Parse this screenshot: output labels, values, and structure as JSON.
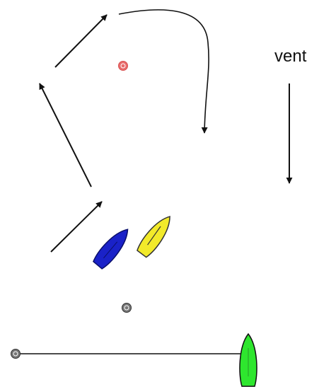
{
  "diagram": {
    "wind_label": "vent",
    "colors": {
      "background": "#ffffff",
      "arrow": "#111111",
      "boat_blue": "#1a22c8",
      "boat_yellow": "#f2ea2a",
      "boat_green": "#2ee62e",
      "mark_red": "#e86c6c",
      "mark_gray": "#666666"
    },
    "boats": [
      {
        "name": "blue-boat",
        "color": "#1a22c8"
      },
      {
        "name": "yellow-boat",
        "color": "#f2ea2a"
      },
      {
        "name": "green-boat",
        "color": "#2ee62e"
      }
    ],
    "marks": [
      {
        "name": "windward-mark",
        "color": "#e86c6c"
      },
      {
        "name": "leeward-mark",
        "color": "#666666"
      },
      {
        "name": "start-pin-mark",
        "color": "#666666"
      }
    ]
  }
}
